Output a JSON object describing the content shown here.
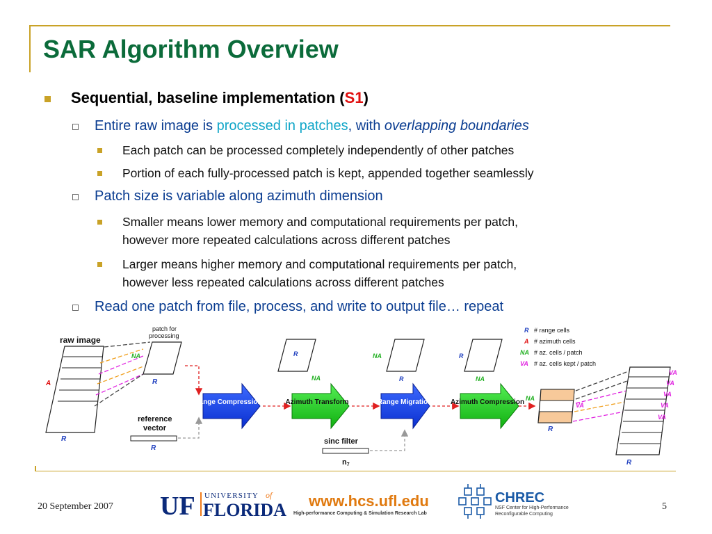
{
  "slide": {
    "title": "SAR Algorithm Overview",
    "bullet1": {
      "text": "Sequential, baseline implementation (",
      "highlight": "S1",
      "close": ")"
    },
    "sub1": {
      "part1": "Entire raw image is ",
      "part2": "processed in patches",
      "part3": ", with ",
      "part4": "overlapping boundaries"
    },
    "sub1_items": [
      "Each patch can be processed completely independently of other patches",
      "Portion of each fully-processed patch is kept, appended together seamlessly"
    ],
    "sub2": "Patch size is variable along azimuth dimension",
    "sub2_items": [
      [
        "Smaller means lower memory and computational requirements per patch,",
        "however more repeated calculations across different patches"
      ],
      [
        "Larger means higher memory and computational requirements per patch,",
        "however less repeated calculations across different patches"
      ]
    ],
    "sub3": "Read one patch from file, process, and write to output file… repeat"
  },
  "diagram": {
    "raw_image_label": "raw image",
    "patch_label": [
      "patch for",
      "processing"
    ],
    "stages": [
      "Range Compression",
      "Azimuth Transform",
      "Range Migration",
      "Azimuth Compression"
    ],
    "reference_vector_label": [
      "reference",
      "vector"
    ],
    "sinc_filter_label": "sinc filter",
    "n7_label": "n",
    "n7_sub": "7",
    "labels": {
      "R": "R",
      "A": "A",
      "NA": "NA",
      "VA": "VA"
    },
    "legend": [
      {
        "key": "R",
        "text": "# range cells",
        "color": "#1f3fbf"
      },
      {
        "key": "A",
        "text": "# azimuth cells",
        "color": "#e01010"
      },
      {
        "key": "NA",
        "text": "# az. cells / patch",
        "color": "#22b022"
      },
      {
        "key": "VA",
        "text": "# az. cells kept / patch",
        "color": "#e020e0"
      }
    ]
  },
  "footer": {
    "date": "20 September 2007",
    "page": "5",
    "uf_mark": "UF",
    "university_of": "UNIVERSITY",
    "of": "of",
    "florida": "FLORIDA",
    "hcs_url": "www.hcs.ufl.edu",
    "hcs_sub": "High-performance Computing & Simulation Research Lab",
    "chrec": "CHREC",
    "chrec_sub1": "NSF Center for High-Performance",
    "chrec_sub2": "Reconfigurable Computing"
  },
  "colors": {
    "title": "#0b6b3a",
    "accent": "#c9a227",
    "blue_text": "#0b3d91",
    "cyan_text": "#11a6c8",
    "red": "#e01010"
  }
}
